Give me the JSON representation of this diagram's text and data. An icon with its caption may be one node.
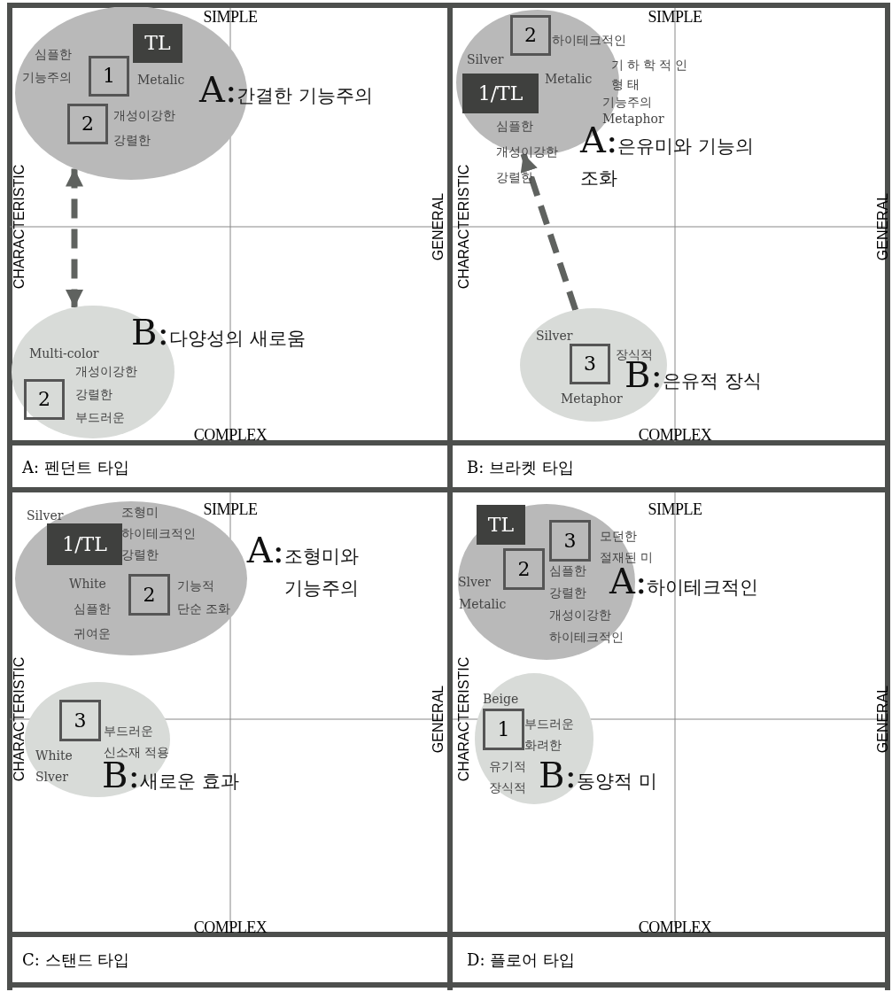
{
  "diagram": {
    "nodes": [
      {
        "text": [
          "심플한 기능주의",
          "Metalic",
          "개성이강한 강렬한",
          "A:간결한 기능주의"
        ]
      },
      {
        "text": [
          "TL"
        ],
        "in": 0
      },
      {
        "text": [
          "1"
        ],
        "in": 0
      },
      {
        "text": [
          "2"
        ],
        "in": 0
      },
      {
        "text": [
          "B:다양성의 새로움",
          "Multi-color",
          "개성이강한 강렬한 부드러운"
        ]
      },
      {
        "text": [
          "2"
        ],
        "in": 4
      },
      {
        "text": [
          "하이테크적인",
          "Silver",
          "Metalic",
          "기하학적인 형태",
          "기능주의",
          "Metaphor",
          "심플한 개성이강한 강렬한",
          "A:은유미와 기능의 조화"
        ]
      },
      {
        "text": [
          "2"
        ],
        "in": 6
      },
      {
        "text": [
          "1/TL"
        ],
        "in": 6
      },
      {
        "text": [
          "Silver",
          "장식적",
          "Metaphor",
          "B:은유적 장식"
        ]
      },
      {
        "text": [
          "3"
        ],
        "in": 9
      },
      {
        "text": [
          "Silver",
          "조형미 하이테크적인 강렬한",
          "White",
          "기능적 단순 조화",
          "심플한 귀여운",
          "A:조형미와 기능주의"
        ]
      },
      {
        "text": [
          "1/TL"
        ],
        "in": 11
      },
      {
        "text": [
          "2"
        ],
        "in": 11
      },
      {
        "text": [
          "부드러운 신소재 적용",
          "White Slver",
          "B:새로운 효과"
        ]
      },
      {
        "text": [
          "3"
        ],
        "in": 14
      },
      {
        "text": [
          "모던한 절재된 미",
          "Slver",
          "Metalic",
          "심플한 강렬한 개성이강한 하이테크적인",
          "A:하이테크적인"
        ]
      },
      {
        "text": [
          "TL"
        ],
        "in": 16
      },
      {
        "text": [
          "3"
        ],
        "in": 16
      },
      {
        "text": [
          "2"
        ],
        "in": 16
      },
      {
        "text": [
          "Beige",
          "부드러운 화려한",
          "유기적 장식적",
          "B:동양적 미"
        ]
      },
      {
        "text": [
          "1"
        ],
        "in": 20
      }
    ],
    "edges": [
      {
        "from": 0,
        "to": 4,
        "arrow": "both",
        "style": "dashed"
      },
      {
        "from": 9,
        "to": 6,
        "arrow": "to",
        "style": "dashed"
      }
    ],
    "labels": [
      "SIMPLE",
      "CHARACTERISTIC",
      "GENERAL",
      "COMPLEX",
      "A: 펜던트 타입",
      "SIMPLE",
      "CHARACTERISTIC",
      "GENERAL",
      "COMPLEX",
      "B: 브라켓 타입",
      "SIMPLE",
      "CHARACTERISTIC",
      "GENERAL",
      "COMPLEX",
      "C: 스탠드 타입",
      "SIMPLE",
      "CHARACTERISTIC",
      "GENERAL",
      "COMPLEX",
      "D: 플로어 타입"
    ]
  }
}
